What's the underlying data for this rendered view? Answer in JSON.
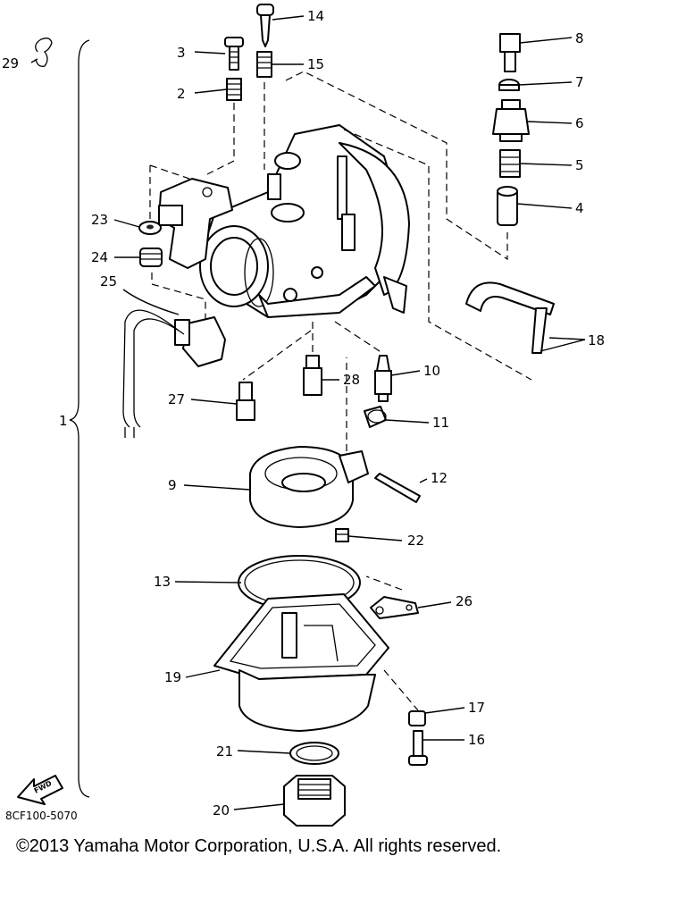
{
  "diagram": {
    "part_numbers": [
      "1",
      "2",
      "3",
      "4",
      "5",
      "6",
      "7",
      "8",
      "9",
      "10",
      "11",
      "12",
      "13",
      "14",
      "15",
      "16",
      "17",
      "18",
      "19",
      "20",
      "21",
      "22",
      "23",
      "24",
      "25",
      "26",
      "27",
      "28",
      "29"
    ],
    "fwd_label": "FWD",
    "diagram_code": "8CF100-5070",
    "copyright": "©2013 Yamaha Motor Corporation, U.S.A. All rights reserved."
  }
}
